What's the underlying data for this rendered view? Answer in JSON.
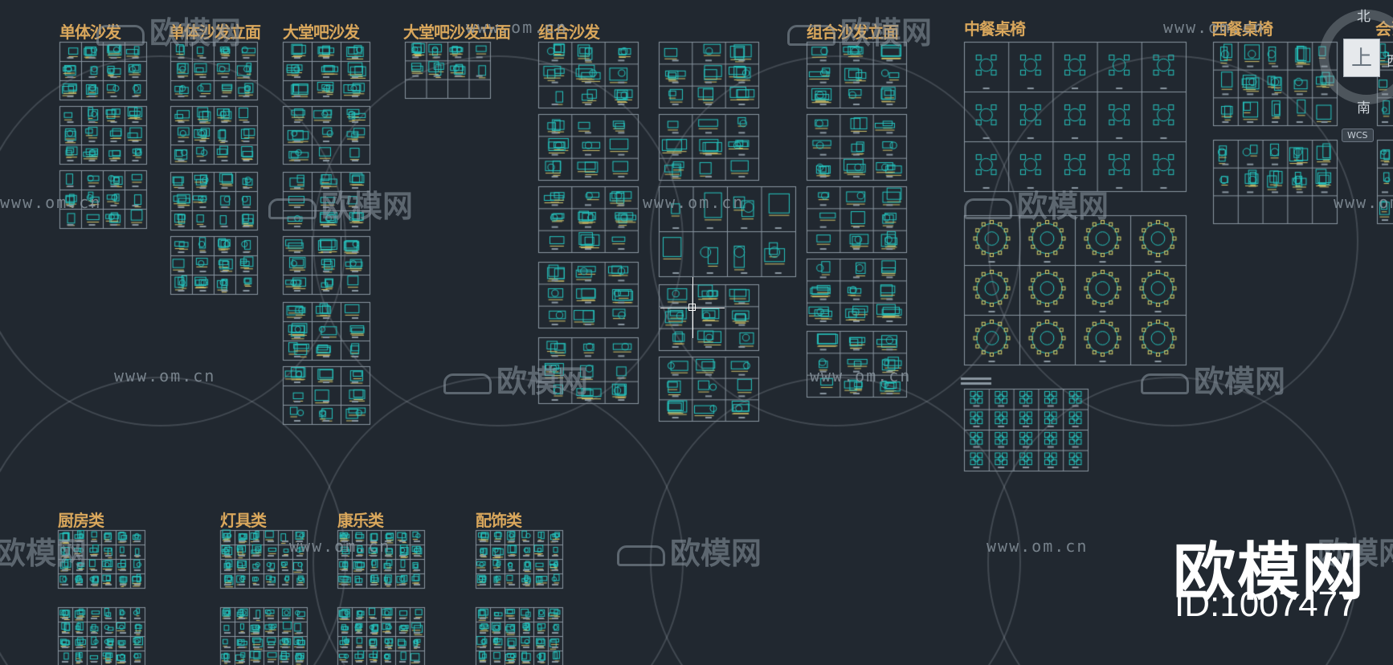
{
  "titles": [
    {
      "id": "single-sofa",
      "text": "单体沙发"
    },
    {
      "id": "single-sofa-elevation",
      "text": "单体沙发立面"
    },
    {
      "id": "lobby-bar-sofa",
      "text": "大堂吧沙发"
    },
    {
      "id": "lobby-bar-sofa-elevation",
      "text": "大堂吧沙发立面"
    },
    {
      "id": "combo-sofa",
      "text": "组合沙发"
    },
    {
      "id": "combo-sofa-elevation",
      "text": "组合沙发立面"
    },
    {
      "id": "chinese-dining",
      "text": "中餐桌椅"
    },
    {
      "id": "western-dining",
      "text": "西餐桌椅"
    },
    {
      "id": "meeting",
      "text": "会议"
    },
    {
      "id": "kitchen",
      "text": "厨房类"
    },
    {
      "id": "lighting",
      "text": "灯具类"
    },
    {
      "id": "entertainment",
      "text": "康乐类"
    },
    {
      "id": "decor",
      "text": "配饰类"
    }
  ],
  "watermark": {
    "url": "www.om.cn",
    "brand": "欧模网",
    "id_text": "ID:1007477"
  },
  "viewcube": {
    "north": "北",
    "south": "南",
    "west": "西",
    "top": "上",
    "wcs": "WCS"
  },
  "colors": {
    "background": "#212830",
    "frame_line": "#8a96a0",
    "drawing_line": "#26c6c0",
    "title": "#d9a75c"
  }
}
